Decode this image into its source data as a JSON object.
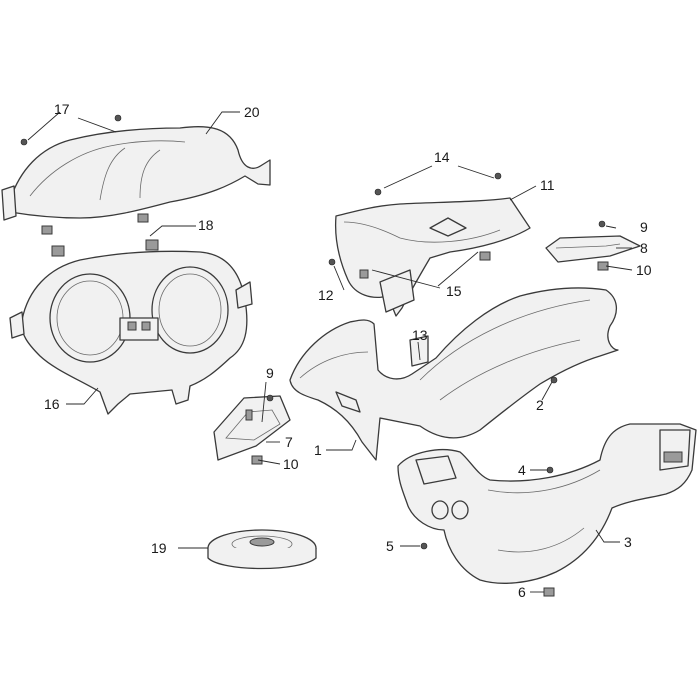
{
  "callouts": {
    "c1": "1",
    "c2": "2",
    "c3": "3",
    "c4": "4",
    "c5": "5",
    "c6": "6",
    "c7": "7",
    "c8": "8",
    "c9a": "9",
    "c9b": "9",
    "c10a": "10",
    "c10b": "10",
    "c11": "11",
    "c12": "12",
    "c13": "13",
    "c14": "14",
    "c15": "15",
    "c16": "16",
    "c17": "17",
    "c18": "18",
    "c19": "19",
    "c20": "20"
  },
  "colors": {
    "line": "#3a3a3a",
    "fill": "#f1f1f1",
    "text": "#1a1a1a"
  }
}
